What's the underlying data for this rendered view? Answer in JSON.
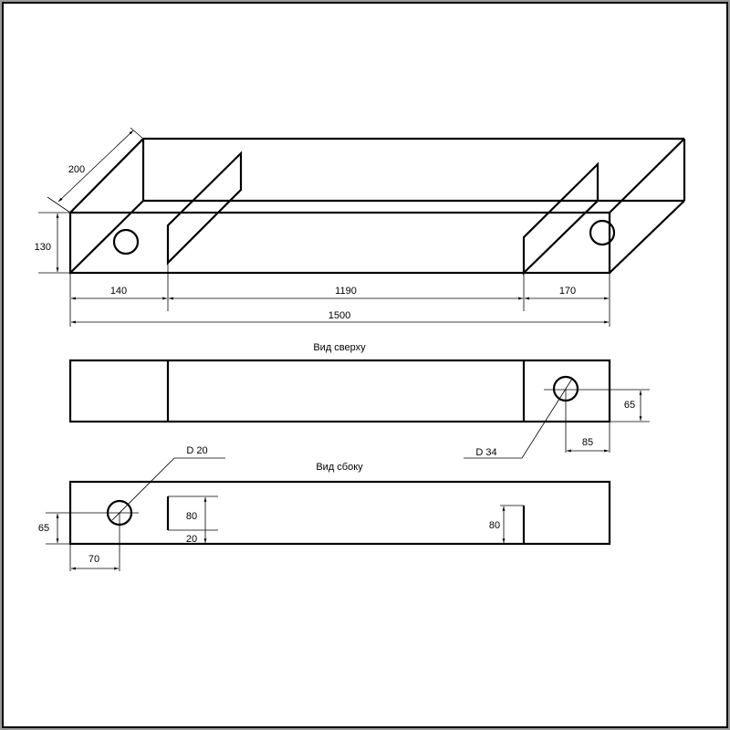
{
  "isometric": {
    "dims": {
      "depth": "200",
      "height": "130",
      "left": "140",
      "middle": "1190",
      "right": "170",
      "total": "1500"
    }
  },
  "top_view": {
    "title": "Вид сверху",
    "dims": {
      "hole_height": "65",
      "hole_offset": "85",
      "hole_diameter": "D 34"
    }
  },
  "side_view": {
    "title": "Вид сбоку",
    "dims": {
      "hole_diameter": "D 20",
      "hole_height": "65",
      "hole_offset": "70",
      "slot_height": "80",
      "slot_bottom": "20",
      "right_slot_height": "80"
    }
  }
}
